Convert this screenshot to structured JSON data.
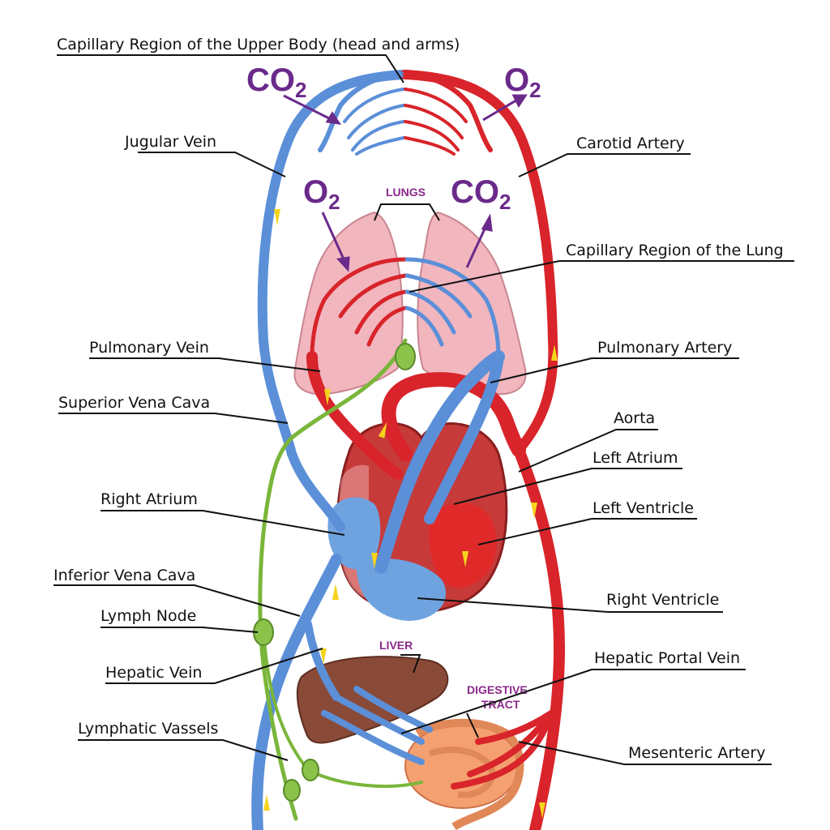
{
  "labels": {
    "capillary_upper": "Capillary Region of the Upper Body (head and arms)",
    "jugular_vein": "Jugular Vein",
    "carotid_artery": "Carotid Artery",
    "capillary_lung": "Capillary Region of the Lung",
    "pulmonary_vein": "Pulmonary Vein",
    "pulmonary_artery": "Pulmonary Artery",
    "superior_vena_cava": "Superior Vena Cava",
    "aorta": "Aorta",
    "left_atrium": "Left Atrium",
    "left_ventricle": "Left Ventricle",
    "right_atrium": "Right Atrium",
    "inferior_vena_cava": "Inferior Vena Cava",
    "right_ventricle": "Right Ventricle",
    "lymph_node": "Lymph Node",
    "hepatic_vein": "Hepatic Vein",
    "hepatic_portal_vein": "Hepatic Portal Vein",
    "lymphatic_vassels": "Lymphatic Vassels",
    "mesenteric_artery": "Mesenteric Artery"
  },
  "organs": {
    "lungs": "LUNGS",
    "liver": "LIVER",
    "digestive_line1": "DIGESTIVE",
    "digestive_line2": "TRACT"
  },
  "gases": {
    "co2_upper_left": {
      "base": "CO",
      "sub": "2"
    },
    "o2_upper_right": {
      "base": "O",
      "sub": "2"
    },
    "o2_lung_left": {
      "base": "O",
      "sub": "2"
    },
    "co2_lung_right": {
      "base": "CO",
      "sub": "2"
    }
  },
  "colors": {
    "vein": "#5b8fd8",
    "artery": "#d8242a",
    "lymph": "#7ab63a",
    "lung": "#f2b6bf",
    "liver": "#8a4a38",
    "digestive": "#f4a070",
    "gas_text": "#6a2a8a",
    "organ_text": "#8a2a8a"
  }
}
